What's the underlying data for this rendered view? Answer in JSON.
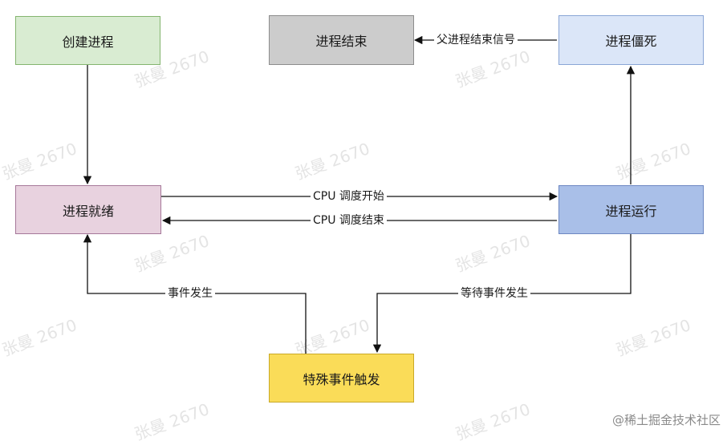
{
  "nodes": {
    "create": {
      "label": "创建进程",
      "fill": "#d9ecd2",
      "stroke": "#84b56f"
    },
    "ready": {
      "label": "进程就绪",
      "fill": "#e8d2df",
      "stroke": "#a6789a"
    },
    "running": {
      "label": "进程运行",
      "fill": "#a9bfe8",
      "stroke": "#6d87c2"
    },
    "zombie": {
      "label": "进程僵死",
      "fill": "#dbe6f8",
      "stroke": "#8aa6d6"
    },
    "ended": {
      "label": "进程结束",
      "fill": "#cccccc",
      "stroke": "#8c8c8c"
    },
    "special": {
      "label": "特殊事件触发",
      "fill": "#fadc58",
      "stroke": "#c9a927"
    }
  },
  "edges": {
    "schedule_start": "CPU 调度开始",
    "schedule_end": "CPU 调度结束",
    "parent_signal": "父进程结束信号",
    "event_occurs": "事件发生",
    "wait_event": "等待事件发生"
  },
  "watermark": "张曼 2670",
  "credit": "@稀土掘金技术社区",
  "colors": {
    "line": "#111111"
  }
}
